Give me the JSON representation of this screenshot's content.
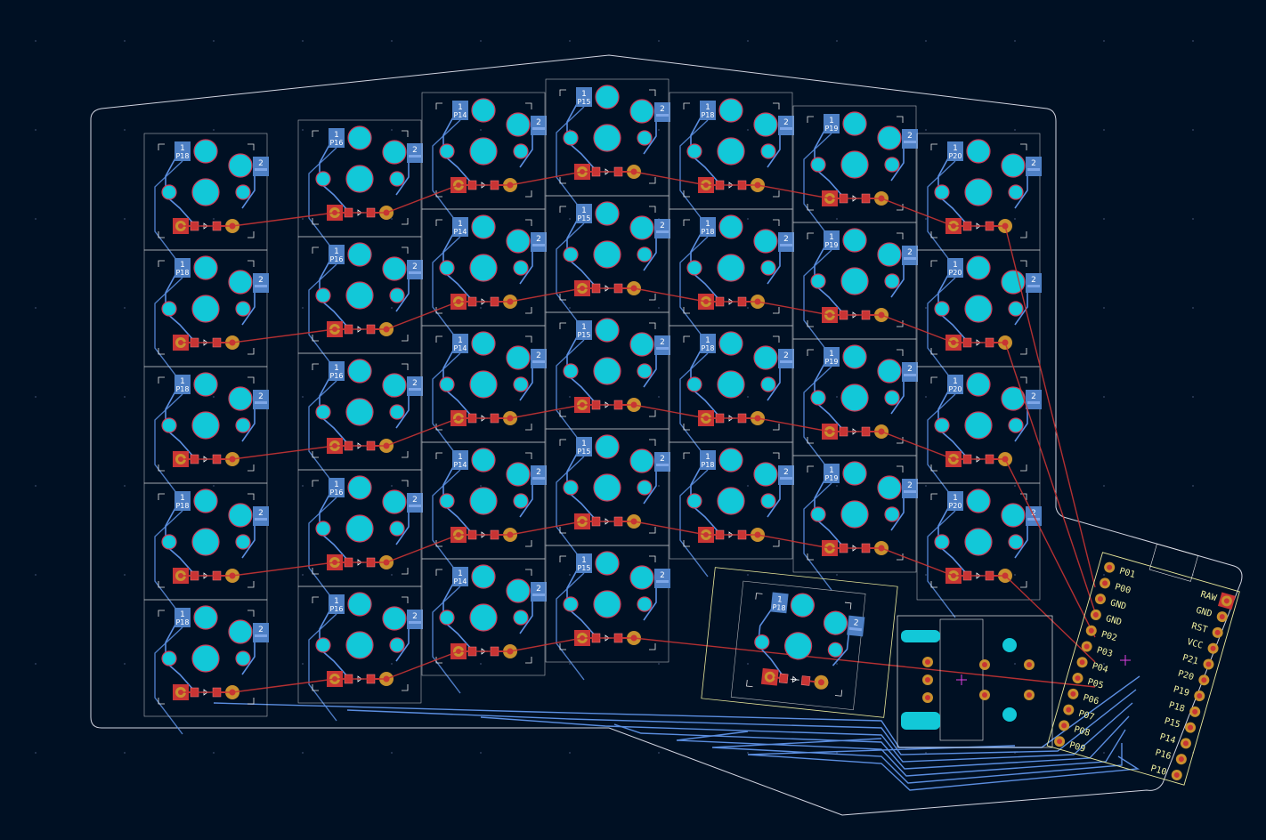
{
  "colors": {
    "background": "#001023",
    "outline": "#d0d4e0",
    "silk": "#e8e8e8",
    "courtyard": "#e8e89a",
    "pad_back": "#4d7fc4",
    "trace_back": "#5b8ee0",
    "trace_front": "#c83434",
    "hole": "#12c8d8",
    "hole_ring": "#d23c5a",
    "pad_front": "#c83434",
    "ring_gold": "#c8902e",
    "cross": "#e040e0"
  },
  "pad_numbers": {
    "left": "1",
    "right": "2"
  },
  "columns": [
    {
      "net": "P18",
      "rows": 5
    },
    {
      "net": "P16",
      "rows": 5
    },
    {
      "net": "P14",
      "rows": 5
    },
    {
      "net": "P15",
      "rows": 5
    },
    {
      "net": "P18",
      "rows": 4
    },
    {
      "net": "P19",
      "rows": 4
    },
    {
      "net": "P20",
      "rows": 4
    }
  ],
  "thumb_key": {
    "net": "P18"
  },
  "mcu": {
    "left_pins": [
      "P01",
      "P00",
      "GND",
      "GND",
      "P02",
      "P03",
      "P04",
      "P05",
      "P06",
      "P07",
      "P08",
      "P09"
    ],
    "right_pins": [
      "RAW",
      "GND",
      "RST",
      "VCC",
      "P21",
      "P20",
      "P19",
      "P18",
      "P15",
      "P14",
      "P16",
      "P10"
    ]
  }
}
